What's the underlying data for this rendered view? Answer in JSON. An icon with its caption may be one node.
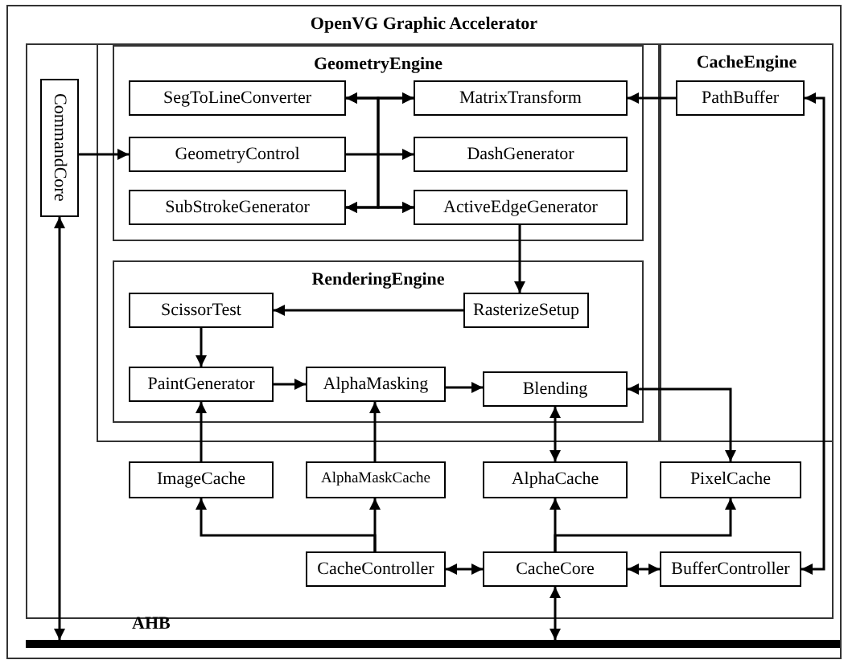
{
  "diagram": {
    "nodes": [
      {
        "text": [
          "OpenVG Graphic Accelerator"
        ]
      },
      {
        "text": [],
        "shape": "box",
        "in": 0
      },
      {
        "text": [
          "CommandCore"
        ],
        "in": 1
      },
      {
        "text": [],
        "shape": "box",
        "in": 1
      },
      {
        "text": [
          "GeometryEngine"
        ],
        "in": 3
      },
      {
        "text": [
          "SegToLineConverter"
        ],
        "in": 4
      },
      {
        "text": [
          "MatrixTransform"
        ],
        "in": 4
      },
      {
        "text": [
          "GeometryControl"
        ],
        "in": 4
      },
      {
        "text": [
          "DashGenerator"
        ],
        "in": 4
      },
      {
        "text": [
          "SubStrokeGenerator"
        ],
        "in": 4
      },
      {
        "text": [
          "ActiveEdgeGenerator"
        ],
        "in": 4
      },
      {
        "text": [
          "CacheEngine"
        ],
        "in": 1
      },
      {
        "text": [
          "PathBuffer"
        ],
        "in": 11
      },
      {
        "text": [
          "RenderingEngine"
        ],
        "in": 3
      },
      {
        "text": [
          "ScissorTest"
        ],
        "in": 13
      },
      {
        "text": [
          "RasterizeSetup"
        ],
        "in": 13
      },
      {
        "text": [
          "PaintGenerator"
        ],
        "in": 13
      },
      {
        "text": [
          "AlphaMasking"
        ],
        "in": 13
      },
      {
        "text": [
          "Blending"
        ],
        "in": 13
      },
      {
        "text": [
          "ImageCache"
        ],
        "in": 1
      },
      {
        "text": [
          "AlphaMaskCache"
        ],
        "in": 1
      },
      {
        "text": [
          "AlphaCache"
        ],
        "in": 1
      },
      {
        "text": [
          "PixelCache"
        ],
        "in": 1
      },
      {
        "text": [
          "CacheController"
        ],
        "in": 1
      },
      {
        "text": [
          "CacheCore"
        ],
        "in": 1
      },
      {
        "text": [
          "BufferController"
        ],
        "in": 1
      },
      {
        "text": [
          "AHB"
        ],
        "in": 0
      }
    ],
    "edges": [
      {
        "from": 2,
        "to": 7,
        "arrow": "to"
      },
      {
        "from": 2,
        "to": 26,
        "arrow": "both"
      },
      {
        "from": 5,
        "to": 6,
        "arrow": "both"
      },
      {
        "from": 5,
        "to": 10,
        "arrow": "both"
      },
      {
        "from": 9,
        "to": 6,
        "arrow": "both"
      },
      {
        "from": 9,
        "to": 10,
        "arrow": "both"
      },
      {
        "from": 7,
        "to": 8,
        "arrow": "to"
      },
      {
        "from": 12,
        "to": 6,
        "arrow": "to"
      },
      {
        "from": 10,
        "to": 15,
        "arrow": "to"
      },
      {
        "from": 15,
        "to": 14,
        "arrow": "to"
      },
      {
        "from": 14,
        "to": 16,
        "arrow": "to"
      },
      {
        "from": 16,
        "to": 17,
        "arrow": "to"
      },
      {
        "from": 17,
        "to": 18,
        "arrow": "to"
      },
      {
        "from": 19,
        "to": 16,
        "arrow": "to"
      },
      {
        "from": 20,
        "to": 17,
        "arrow": "to"
      },
      {
        "from": 18,
        "to": 21,
        "arrow": "both"
      },
      {
        "from": 18,
        "to": 22,
        "arrow": "both"
      },
      {
        "from": 23,
        "to": 19,
        "arrow": "to"
      },
      {
        "from": 23,
        "to": 20,
        "arrow": "to"
      },
      {
        "from": 24,
        "to": 21,
        "arrow": "to"
      },
      {
        "from": 24,
        "to": 22,
        "arrow": "to"
      },
      {
        "from": 23,
        "to": 24,
        "arrow": "both"
      },
      {
        "from": 24,
        "to": 25,
        "arrow": "both"
      },
      {
        "from": 24,
        "to": 26,
        "arrow": "both"
      },
      {
        "from": 12,
        "to": 25,
        "arrow": "both"
      }
    ]
  }
}
